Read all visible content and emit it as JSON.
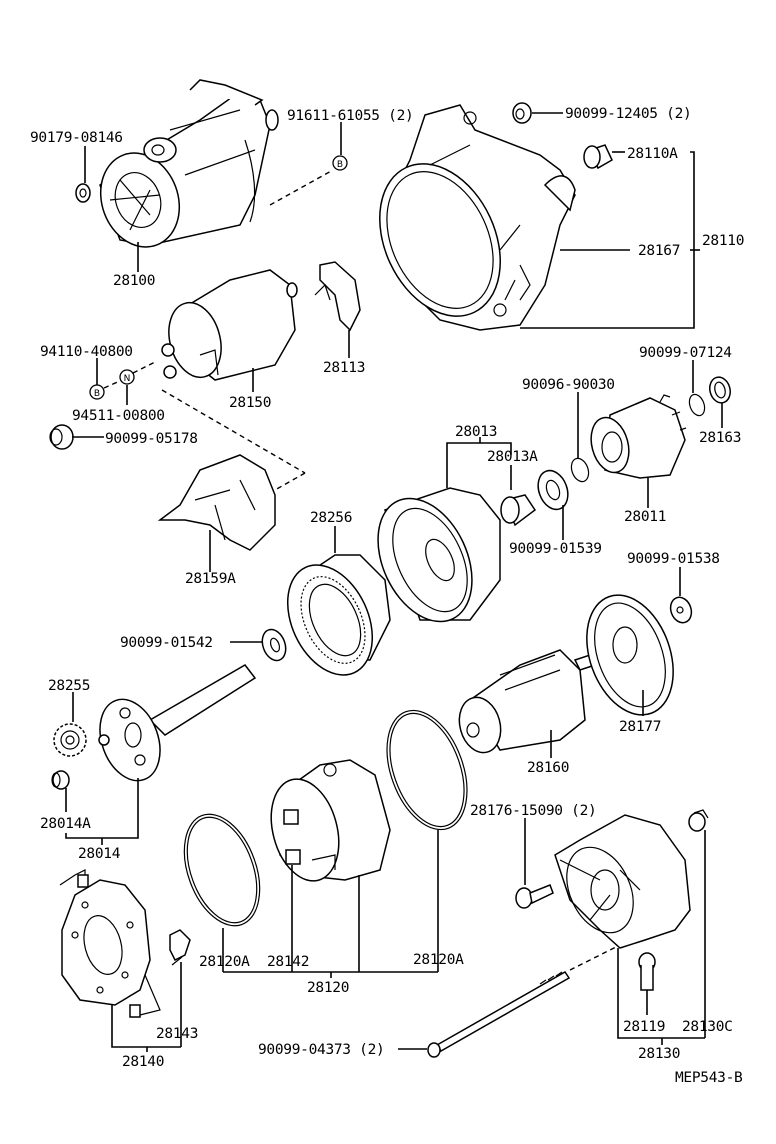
{
  "diagram": {
    "type": "exploded parts diagram",
    "subject": "Starter motor assembly",
    "figure_id": "MEP543-B",
    "callouts": {
      "p28100": "28100",
      "p90179_08146": "90179-08146",
      "p91611_61055": "91611-61055 (2)",
      "p90099_12405": "90099-12405 (2)",
      "p28110A": "28110A",
      "p28167": "28167",
      "p28110": "28110",
      "p28113": "28113",
      "p28150": "28150",
      "p94110_40800": "94110-40800",
      "p94511_00800": "94511-00800",
      "p90099_05178": "90099-05178",
      "p28159A": "28159A",
      "p28013": "28013",
      "p28013A": "28013A",
      "p90096_90030": "90096-90030",
      "p90099_07124": "90099-07124",
      "p28163": "28163",
      "p28011": "28011",
      "p90099_01539": "90099-01539",
      "p90099_01538": "90099-01538",
      "p28256": "28256",
      "p90099_01542": "90099-01542",
      "p28255": "28255",
      "p28177": "28177",
      "p28160": "28160",
      "p28014A": "28014A",
      "p28014": "28014",
      "p28176_15090": "28176-15090 (2)",
      "p28120A_left": "28120A",
      "p28142": "28142",
      "p28120A_right": "28120A",
      "p28120": "28120",
      "p28143": "28143",
      "p28140": "28140",
      "p90099_04373": "90099-04373 (2)",
      "p28119": "28119",
      "p28130C": "28130C",
      "p28130": "28130"
    },
    "markers": {
      "bolt_marker": "B",
      "nut_marker": "N"
    }
  }
}
